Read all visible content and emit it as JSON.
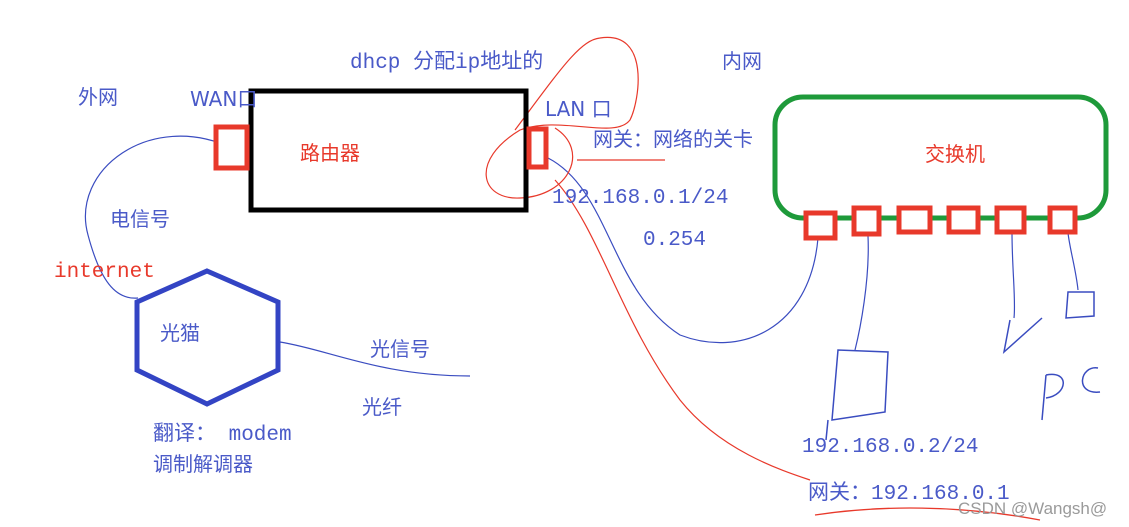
{
  "labels": {
    "dhcp": "dhcp 分配ip地址的",
    "intranet": "内网",
    "extranet": "外网",
    "wan_port": "WAN口",
    "lan_port": "LAN 口",
    "router": "路由器",
    "gateway_note": "网关：网络的关卡",
    "router_ip": "192.168.0.1/24",
    "router_ip_alt": "0.254",
    "switch": "交换机",
    "electric_signal": "电信号",
    "internet": "internet",
    "modem": "光猫",
    "optical_signal": "光信号",
    "fiber": "光纤",
    "translation": "翻译： modem",
    "modem_full": "调制解调器",
    "pc_ip": "192.168.0.2/24",
    "pc_gateway": "网关：192.168.0.1",
    "pc": "PC"
  },
  "watermark": "CSDN @Wangsh@",
  "colors": {
    "text": "#4a5ac8",
    "red": "#e8392b",
    "router": "#000000",
    "switch": "#1e9a3a",
    "modem": "#3344c4"
  }
}
